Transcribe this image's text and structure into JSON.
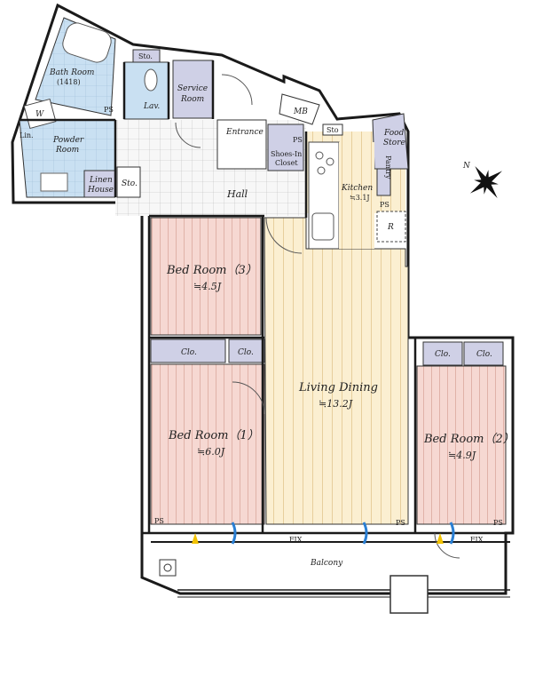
{
  "rooms": {
    "bath_room": "Bath Room",
    "bath_room_size": "(1418)",
    "powder_room_1": "Powder",
    "powder_room_2": "Room",
    "lav": "Lav.",
    "service_room_1": "Service",
    "service_room_2": "Room",
    "linen_house_1": "Linen",
    "linen_house_2": "House",
    "sto_powder": "Sto.",
    "sto_top": "Sto.",
    "sto_right": "Sto",
    "entrance": "Entrance",
    "shoes_closet_1": "Shoes-In",
    "shoes_closet_2": "Closet",
    "mb": "MB",
    "food_store_1": "Food",
    "food_store_2": "Store",
    "kitchen": "Kitchen",
    "kitchen_size": "≒3.1J",
    "pantry": "Pantry",
    "hall": "Hall",
    "bed3": "Bed Room（3）",
    "bed3_size": "≒4.5J",
    "bed1": "Bed Room（1）",
    "bed1_size": "≒6.0J",
    "bed2": "Bed Room（2）",
    "bed2_size": "≒4.9J",
    "living": "Living Dining",
    "living_size": "≒13.2J",
    "balcony": "Balcony",
    "clo": "Clo.",
    "ps": "PS",
    "lin": "Lin.",
    "w": "W",
    "r": "R",
    "fix": "FIX"
  },
  "compass": {
    "label": "N"
  },
  "colors": {
    "wall": "#1a1a1a",
    "wet_area": "#c9e0f2",
    "tile": "#f5f5f5",
    "bedroom_floor": "#f6d8d2",
    "living_floor": "#fbefd1",
    "storage": "#cfd0e6",
    "floor_line": "#e2b3a8",
    "living_line": "#e8cf9c"
  }
}
